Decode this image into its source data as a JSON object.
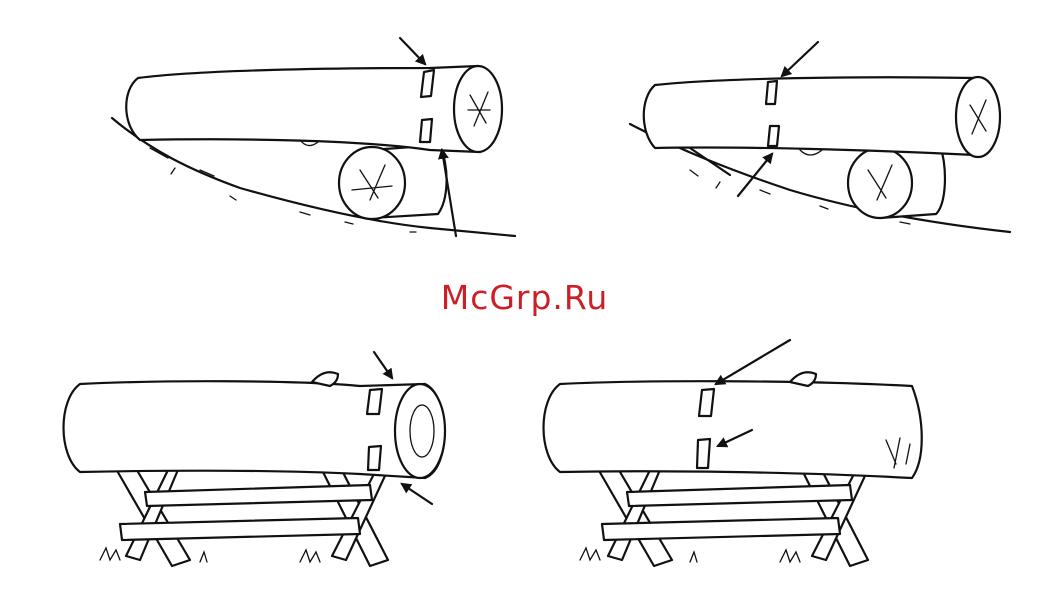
{
  "watermark": {
    "text": "McGrp.Ru",
    "color": "#cc1f26"
  },
  "ink_color": "#111111",
  "background": "#ffffff",
  "panels": [
    {
      "id": "log-on-slope-support-end",
      "arrows": 2
    },
    {
      "id": "log-on-slope-support-middle",
      "arrows": 2
    },
    {
      "id": "log-on-sawhorse-end-cut",
      "arrows": 2
    },
    {
      "id": "log-on-sawhorse-overhang-cut",
      "arrows": 2
    }
  ]
}
